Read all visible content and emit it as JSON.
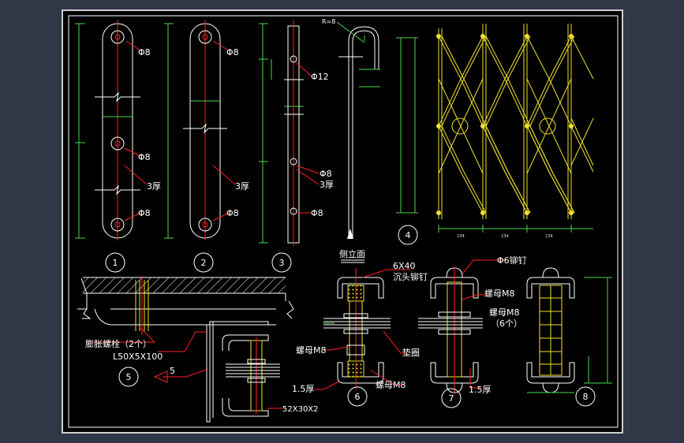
{
  "colors": {
    "outer_bg": "#303747",
    "frame_bg": "#000000",
    "frame_border": "#cfcfcf",
    "outline": "#ffffff",
    "centerline": "#ff2020",
    "dimension": "#4cd64c",
    "gate": "#f0e030",
    "annotation_text": "#ffffff"
  },
  "details": [
    {
      "num": "1"
    },
    {
      "num": "2"
    },
    {
      "num": "3"
    },
    {
      "num": "4"
    },
    {
      "num": "5"
    },
    {
      "num": "6"
    },
    {
      "num": "7"
    },
    {
      "num": "8"
    }
  ],
  "labels": {
    "phi8": "Φ8",
    "phi12": "Φ12",
    "thk3": "3厚",
    "r8": "R=8",
    "side_elev": "侧立面",
    "screw6x40": "6X40",
    "countersunk": "沉头铆钉",
    "rivet6": "Φ6铆钉",
    "nut_m8": "螺母M8",
    "nut_m8_6": "螺母M8",
    "six_pcs": "（6个）",
    "washer": "垫圈",
    "thk15": "1.5厚",
    "exp_bolt": "膨胀螺栓（2个）",
    "angle": "L50X5X100",
    "num5": "5",
    "channel": "52X30X2"
  },
  "dims": {
    "d134": "134"
  }
}
